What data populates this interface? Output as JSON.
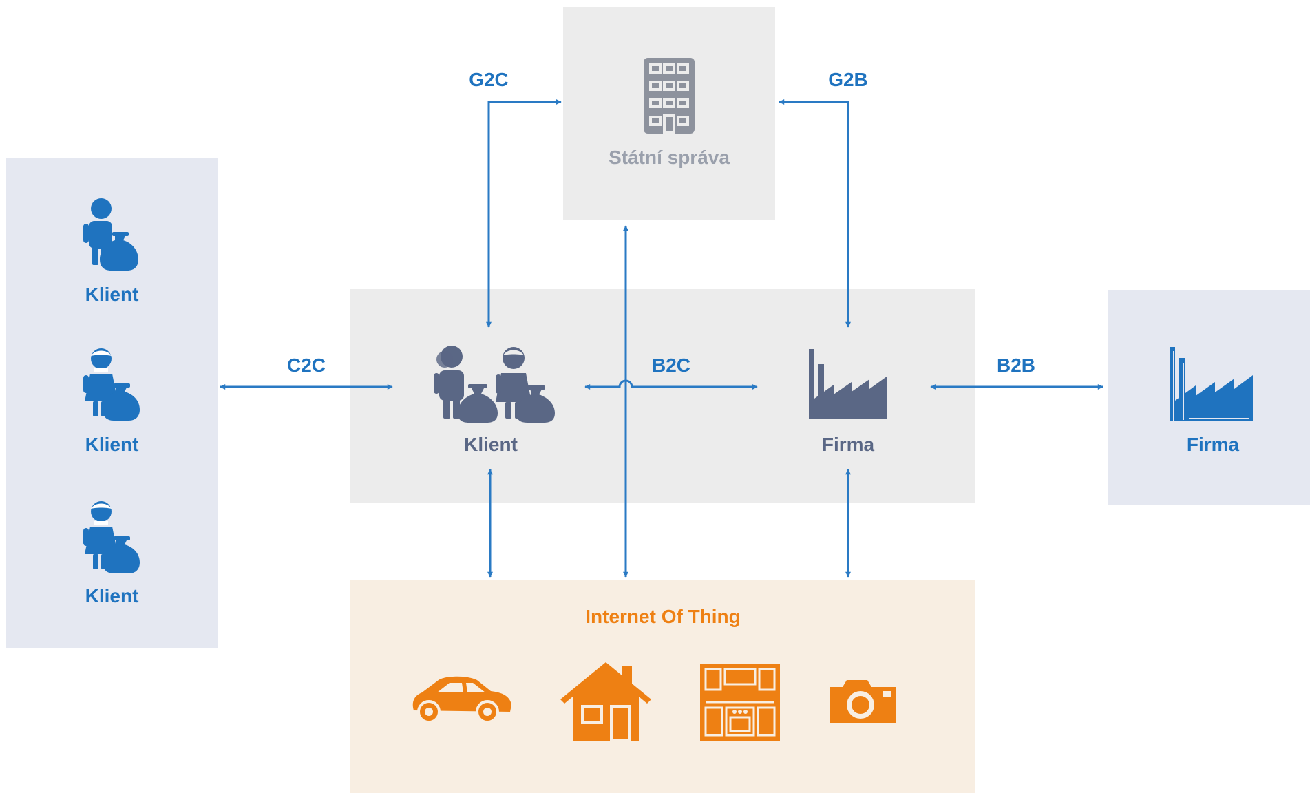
{
  "colors": {
    "blue": "#1f73bf",
    "slate": "#5a6785",
    "grey": "#8d929d",
    "orange": "#ee8013",
    "arrow": "#2a7ac4"
  },
  "left_group": {
    "clients": [
      {
        "label": "Klient",
        "icon": "man-with-bag-icon"
      },
      {
        "label": "Klient",
        "icon": "woman-with-bag-icon"
      },
      {
        "label": "Klient",
        "icon": "woman-with-bag-icon"
      }
    ]
  },
  "state": {
    "label": "Státní správa",
    "icon": "office-building-icon"
  },
  "center": {
    "client": {
      "label": "Klient",
      "icon": "couple-with-bags-icon"
    },
    "firm": {
      "label": "Firma",
      "icon": "factory-icon"
    }
  },
  "right_group": {
    "firm": {
      "label": "Firma",
      "icon": "factory-icon"
    }
  },
  "iot": {
    "title": "Internet Of Thing",
    "icons": [
      "car-icon",
      "house-icon",
      "kitchen-icon",
      "camera-icon"
    ]
  },
  "links": {
    "c2c": "C2C",
    "b2c": "B2C",
    "b2b": "B2B",
    "g2c": "G2C",
    "g2b": "G2B"
  }
}
